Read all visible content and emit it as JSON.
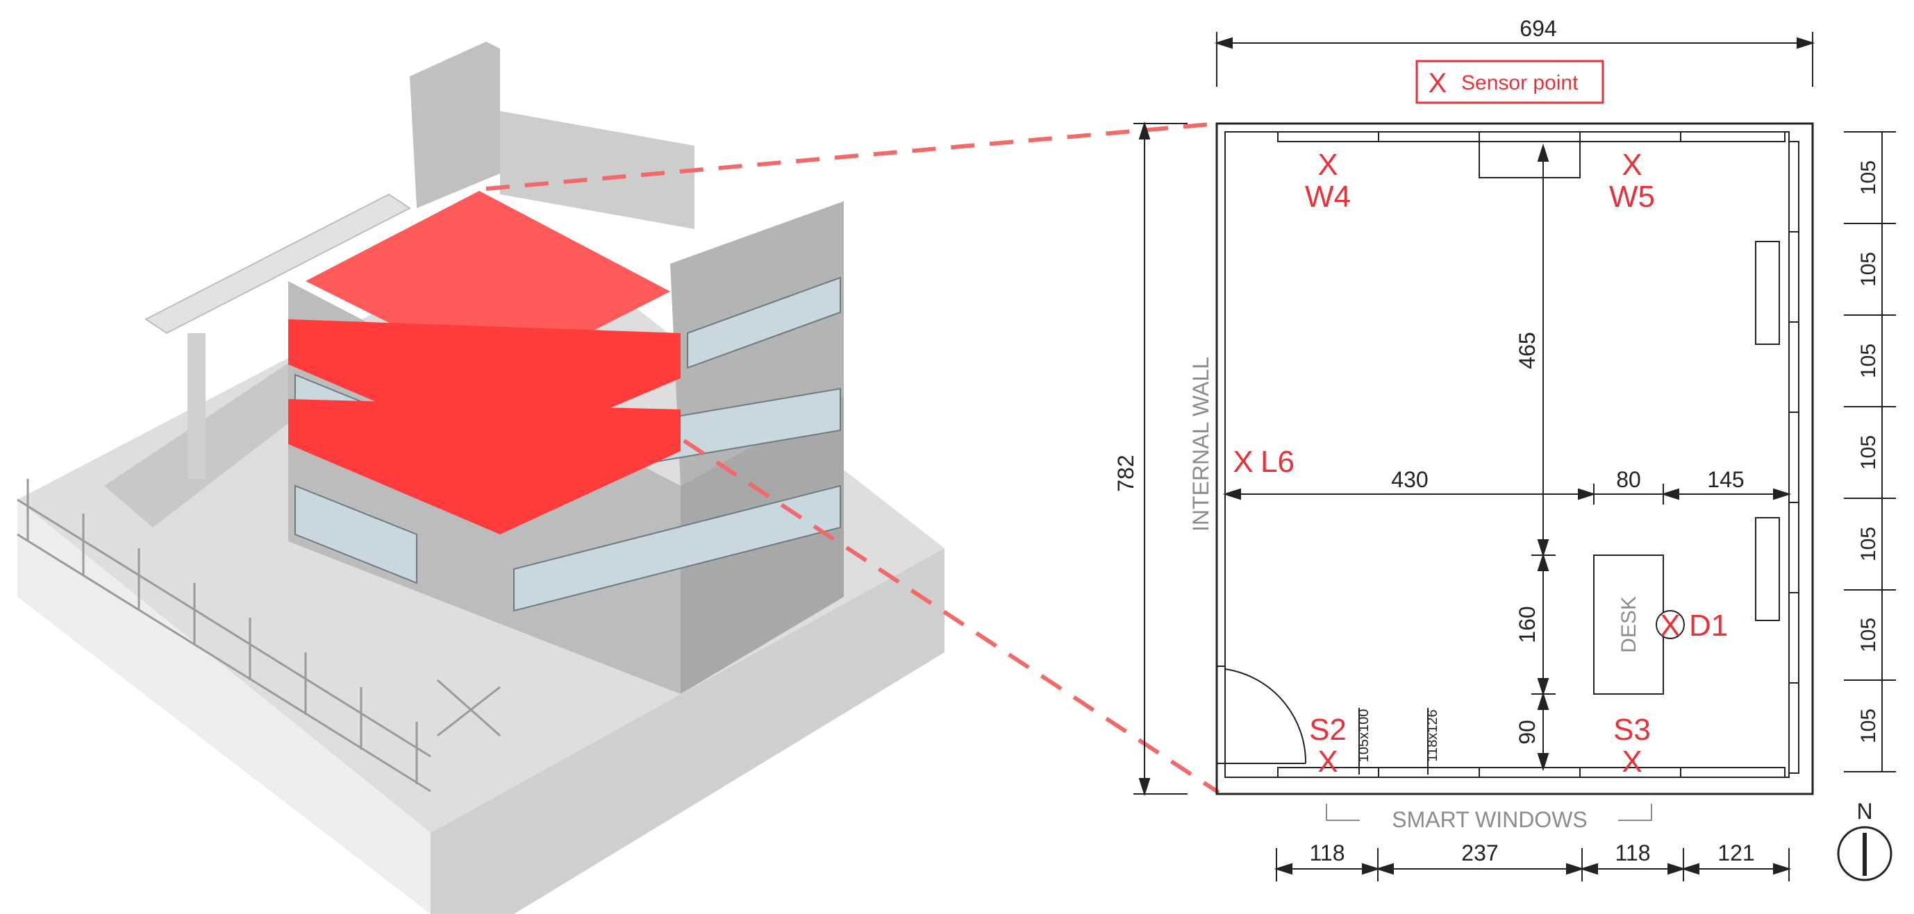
{
  "legend": {
    "symbol": "X",
    "label": "Sensor point"
  },
  "colors": {
    "highlight": "#ff5a5a",
    "sensor": "#e8323a",
    "line": "#222222",
    "label_gray": "#8c8c8c",
    "building": "#d8d8d8"
  },
  "dimensions": {
    "top_width": "694",
    "left_height": "782",
    "inner_vertical": "465",
    "desk_vertical": "160",
    "bottom_vertical": "90",
    "horizontal_a": "430",
    "horizontal_b": "80",
    "horizontal_c": "145",
    "right_segments": [
      "105",
      "105",
      "105",
      "105",
      "105",
      "105",
      "105"
    ],
    "bottom_segments": [
      "118",
      "237",
      "118",
      "121"
    ],
    "window_small_a": "105x100",
    "window_small_b": "118x126"
  },
  "labels": {
    "internal_wall": "INTERNAL WALL",
    "smart_windows": "SMART WINDOWS",
    "desk": "DESK",
    "north": "N"
  },
  "sensors": [
    {
      "mark": "X",
      "name": "W4"
    },
    {
      "mark": "X",
      "name": "W5"
    },
    {
      "mark": "X",
      "name": "L6"
    },
    {
      "mark": "X",
      "name": "D1"
    },
    {
      "mark": "X",
      "name": "S2"
    },
    {
      "mark": "X",
      "name": "S3"
    }
  ]
}
